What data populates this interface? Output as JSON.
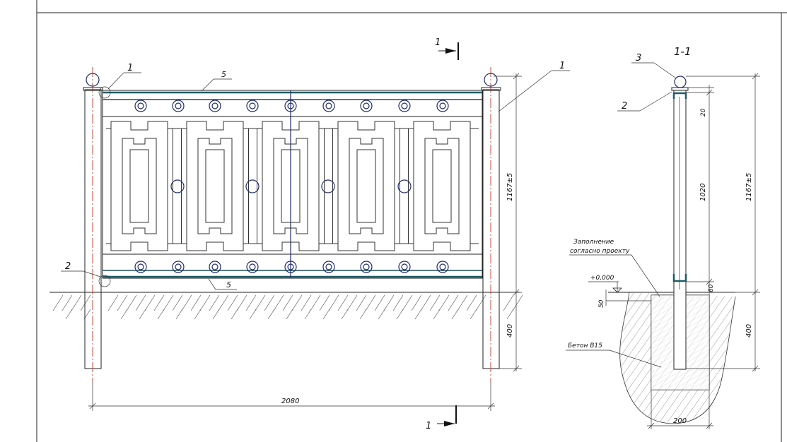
{
  "section_marks": {
    "cut_label_top": "1",
    "cut_label_bottom": "1",
    "section_title": "1-1"
  },
  "callouts": {
    "front_top_left": "1",
    "front_right": "1",
    "front_bottom_left": "2",
    "front_top_rail": "5",
    "front_bottom_rail": "5",
    "section_cap": "3",
    "section_post": "2"
  },
  "dimensions": {
    "front_height": "1167±5",
    "front_embed": "400",
    "front_width": "2080",
    "section_height": "1167±5",
    "section_inner": "1020",
    "section_top_gap": "20",
    "section_embed": "400",
    "section_bottom_gap": "60",
    "section_concrete_step": "50",
    "section_width": "200"
  },
  "notes": {
    "fill_line1": "Заполнение",
    "fill_line2": "согласно проекту",
    "level": "+0,000",
    "concrete": "Бетон В15"
  }
}
